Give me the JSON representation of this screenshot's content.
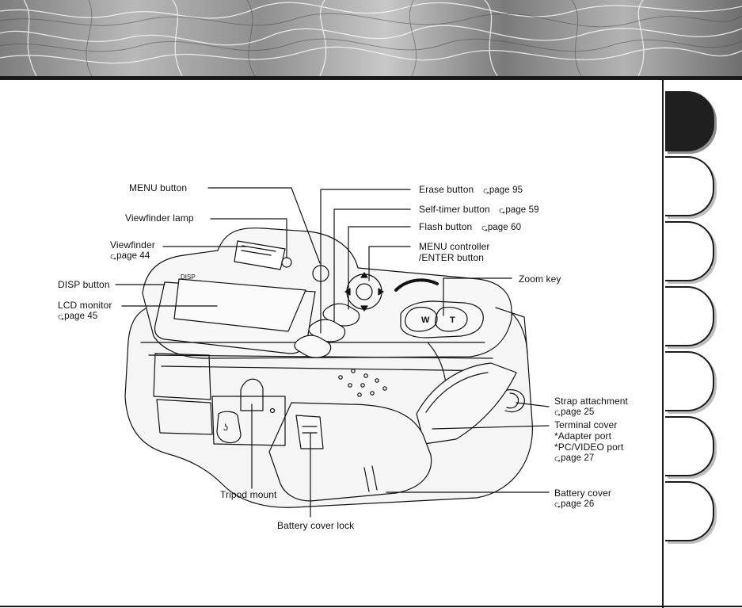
{
  "callouts": {
    "menu_button": "MENU button",
    "viewfinder_lamp": "Viewfinder lamp",
    "viewfinder": "Viewfinder",
    "viewfinder_ref": "page 44",
    "disp_button": "DISP button",
    "lcd_monitor": "LCD monitor",
    "lcd_monitor_ref": "page 45",
    "erase_button": "Erase button",
    "erase_button_ref": "page 95",
    "self_timer_button": "Self-timer button",
    "self_timer_button_ref": "page 59",
    "flash_button": "Flash button",
    "flash_button_ref": "page 60",
    "menu_controller_line1": "MENU controller",
    "menu_controller_line2": "/ENTER button",
    "zoom_key": "Zoom key",
    "strap_attachment": "Strap attachment",
    "strap_attachment_ref": "page 25",
    "terminal_cover": "Terminal cover",
    "adapter_port": "*Adapter port",
    "pc_video_port": "*PC/VIDEO port",
    "terminal_cover_ref": "page 27",
    "tripod_mount": "Tripod mount",
    "battery_cover": "Battery cover",
    "battery_cover_ref": "page 26",
    "battery_cover_lock": "Battery cover lock"
  },
  "camera_marks": {
    "disp_label": "DISP",
    "zoom_w": "W",
    "zoom_t": "T"
  },
  "tabs": {
    "count": 7,
    "active_index": 0
  },
  "colors": {
    "ink": "#111111",
    "tab_active": "#1f1f1f",
    "camera_body": "#f5f5f5"
  }
}
